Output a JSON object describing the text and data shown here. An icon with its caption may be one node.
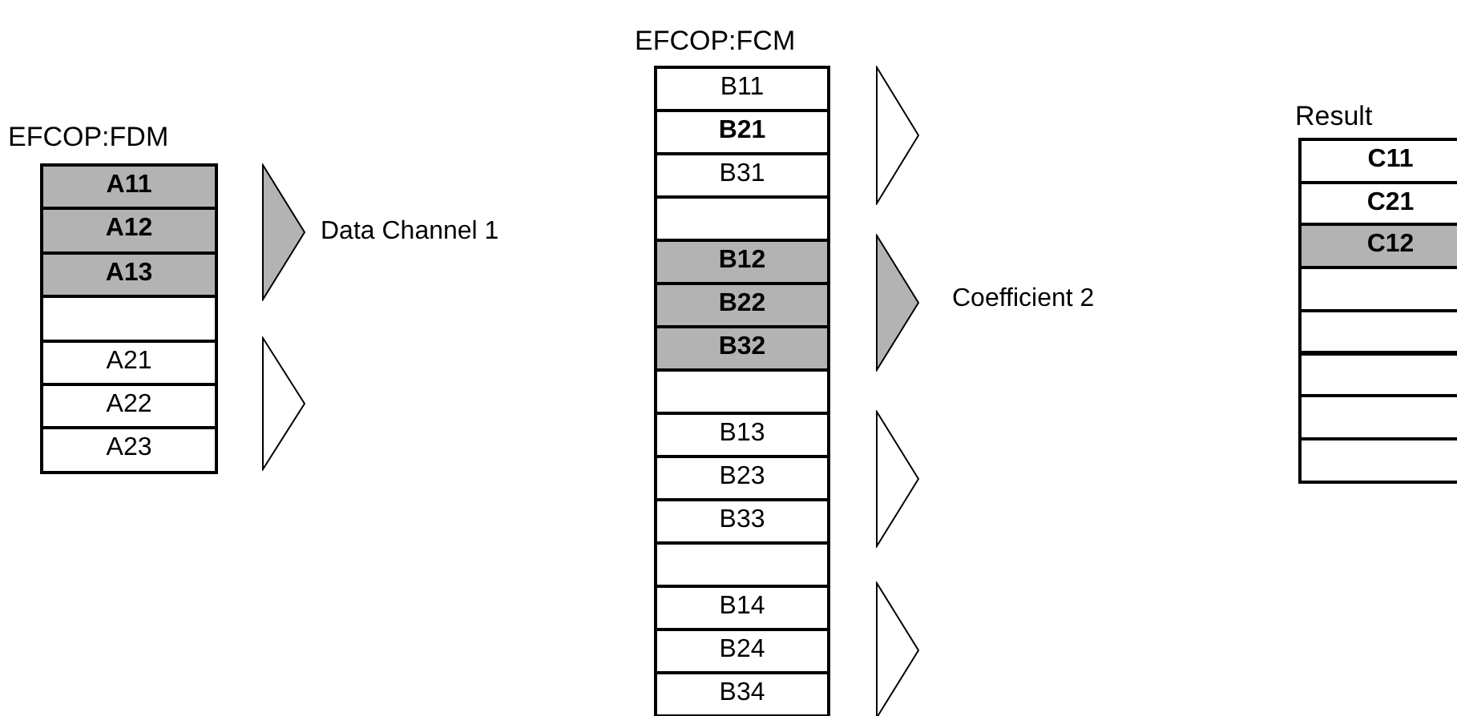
{
  "diagram": {
    "nodes": [
      {
        "text": [
          "EFCOP:FDM"
        ]
      },
      {
        "text": [
          "A11"
        ],
        "in": 0
      },
      {
        "text": [
          "A12"
        ],
        "in": 0
      },
      {
        "text": [
          "A13"
        ],
        "in": 0
      },
      {
        "text": [],
        "shape": "box",
        "in": 0
      },
      {
        "text": [
          "A21"
        ],
        "in": 0
      },
      {
        "text": [
          "A22"
        ],
        "in": 0
      },
      {
        "text": [
          "A23"
        ],
        "in": 0
      },
      {
        "text": [],
        "shape": "triangle",
        "beside": [
          "Data Channel 1"
        ]
      },
      {
        "text": [],
        "shape": "triangle"
      },
      {
        "text": [
          "EFCOP:FCM"
        ]
      },
      {
        "text": [
          "B11"
        ],
        "in": 10
      },
      {
        "text": [
          "B21"
        ],
        "in": 10
      },
      {
        "text": [
          "B31"
        ],
        "in": 10
      },
      {
        "text": [],
        "shape": "box",
        "in": 10
      },
      {
        "text": [
          "B12"
        ],
        "in": 10
      },
      {
        "text": [
          "B22"
        ],
        "in": 10
      },
      {
        "text": [
          "B32"
        ],
        "in": 10
      },
      {
        "text": [],
        "shape": "box",
        "in": 10
      },
      {
        "text": [
          "B13"
        ],
        "in": 10
      },
      {
        "text": [
          "B23"
        ],
        "in": 10
      },
      {
        "text": [
          "B33"
        ],
        "in": 10
      },
      {
        "text": [],
        "shape": "box",
        "in": 10
      },
      {
        "text": [
          "B14"
        ],
        "in": 10
      },
      {
        "text": [
          "B24"
        ],
        "in": 10
      },
      {
        "text": [
          "B34"
        ],
        "in": 10
      },
      {
        "text": [],
        "shape": "triangle"
      },
      {
        "text": [],
        "shape": "triangle",
        "beside": [
          "Coefficient 2"
        ]
      },
      {
        "text": [],
        "shape": "triangle"
      },
      {
        "text": [],
        "shape": "triangle"
      },
      {
        "text": [
          "Result"
        ]
      },
      {
        "text": [
          "C11"
        ],
        "in": 30
      },
      {
        "text": [
          "C21"
        ],
        "in": 30
      },
      {
        "text": [
          "C12"
        ],
        "in": 30
      },
      {
        "text": [],
        "shape": "box",
        "in": 30
      },
      {
        "text": [],
        "shape": "box",
        "in": 30
      },
      {
        "text": [],
        "shape": "box",
        "in": 30
      },
      {
        "text": [],
        "shape": "box",
        "in": 30
      },
      {
        "text": [],
        "shape": "box",
        "in": 30
      }
    ]
  }
}
